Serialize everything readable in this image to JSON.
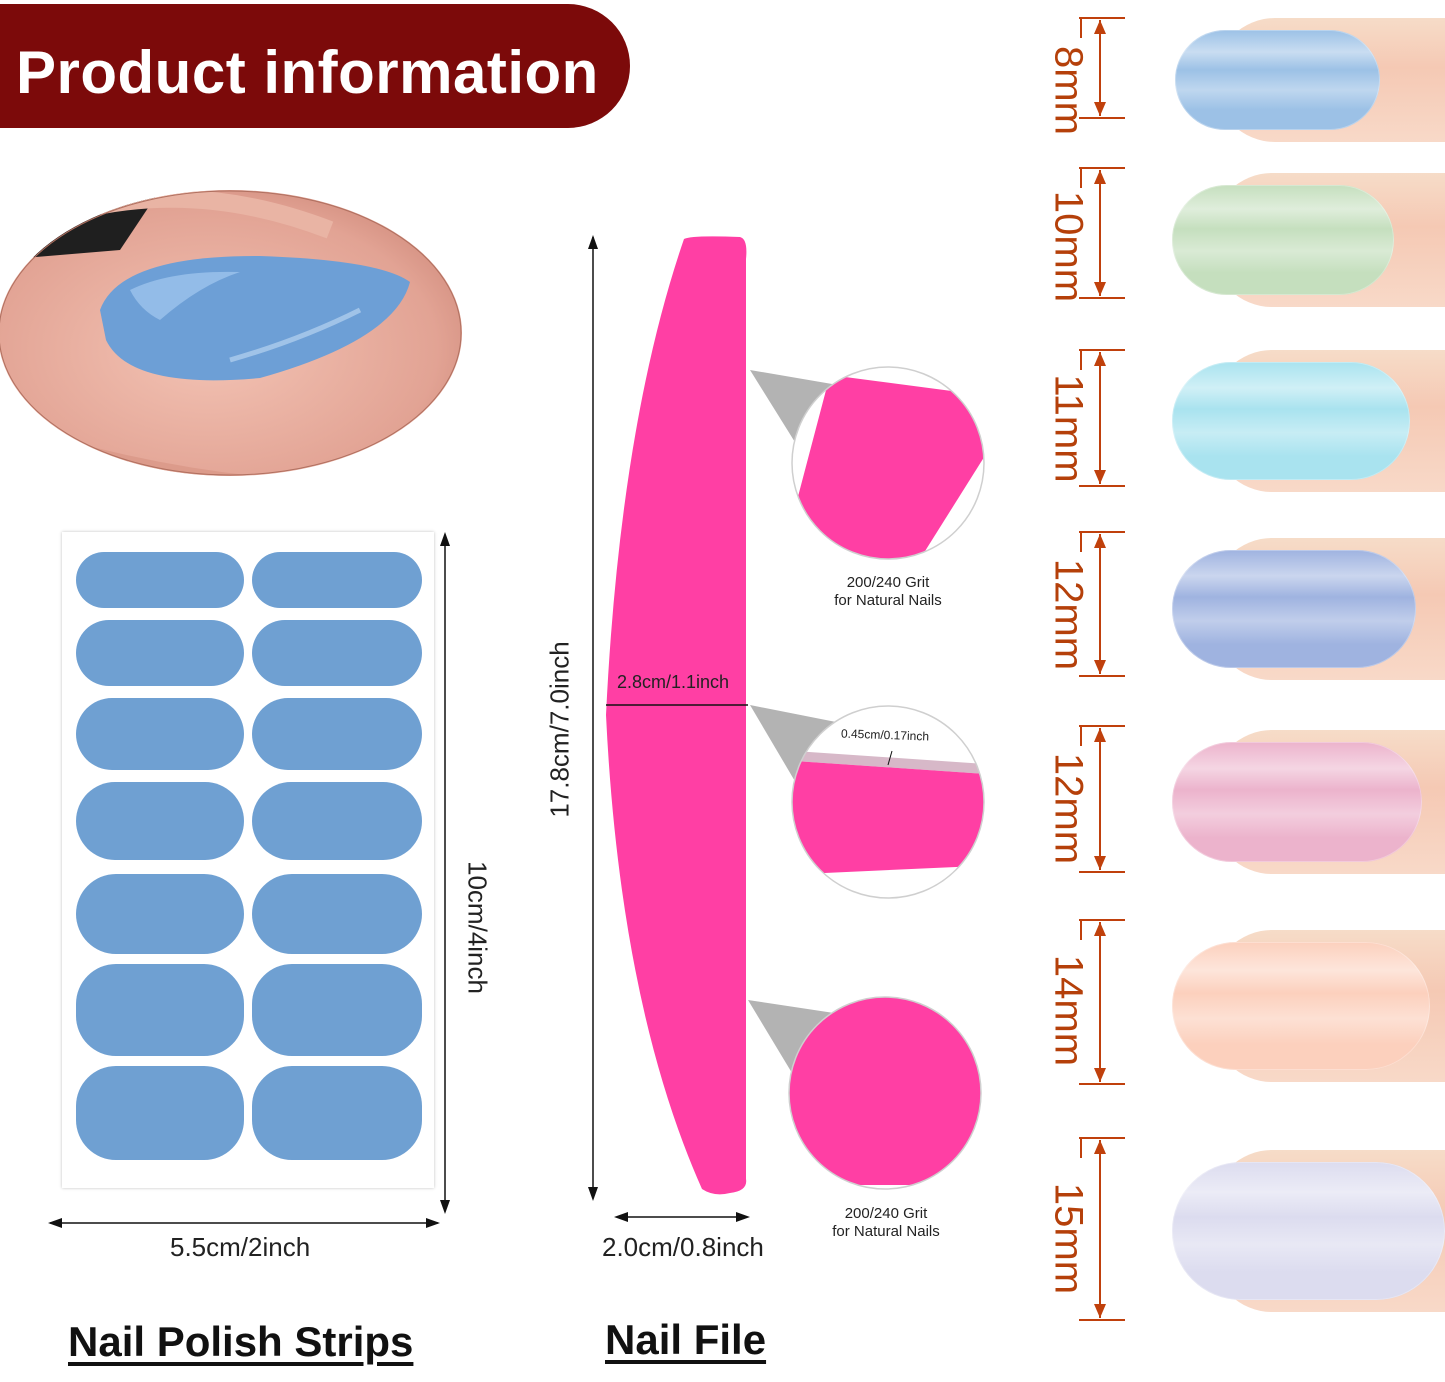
{
  "banner": {
    "title": "Product information"
  },
  "strips": {
    "heading": "Nail Polish Strips",
    "width_label": "5.5cm/2inch",
    "height_label": "10cm/4inch",
    "color": "#6fa0d2"
  },
  "file": {
    "heading": "Nail File",
    "length_label": "17.8cm/7.0inch",
    "width_label": "2.8cm/1.1inch",
    "end_width_label": "2.0cm/0.8inch",
    "thickness_label": "0.45cm/0.17inch",
    "grit_top_line1": "200/240 Grit",
    "grit_top_line2": "for Natural Nails",
    "grit_bottom_line1": "200/240 Grit",
    "grit_bottom_line2": "for Natural Nails",
    "color": "#ff3fa4"
  },
  "sizes": [
    {
      "label": "8mm",
      "color": "#9cc1e6"
    },
    {
      "label": "10mm",
      "color": "#c5dfbe"
    },
    {
      "label": "11mm",
      "color": "#a9e3ef"
    },
    {
      "label": "12mm",
      "color": "#9fb3e0"
    },
    {
      "label": "12mm",
      "color": "#ecb3cc"
    },
    {
      "label": "14mm",
      "color": "#fcd0bd"
    },
    {
      "label": "15mm",
      "color": "#dcdcef"
    }
  ]
}
